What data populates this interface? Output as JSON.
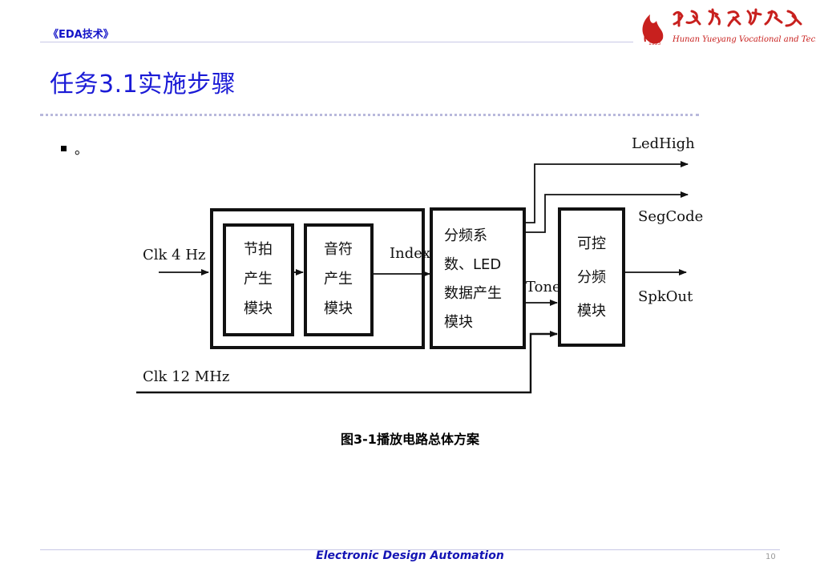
{
  "header": {
    "course_label": "《EDA技术》",
    "slide_title": "任务3.1实施步骤",
    "logo_name": "college-logo",
    "logo_year": "1933"
  },
  "body": {
    "bullet_text": "。"
  },
  "diagram": {
    "inputs": {
      "clk4": "Clk 4 Hz",
      "clk12": "Clk 12 MHz"
    },
    "blocks": {
      "beat": [
        "节拍",
        "产生",
        "模块"
      ],
      "tone": [
        "音符",
        "产生",
        "模块"
      ],
      "divider": [
        "分频系",
        "数、LED",
        "数据产生",
        "模块"
      ],
      "ctrl": [
        "可控",
        "分频",
        "模块"
      ]
    },
    "signals": {
      "index": "Index",
      "tone": "Tone",
      "ledhigh": "LedHigh",
      "segcode": "SegCode",
      "spkout": "SpkOut"
    }
  },
  "caption": "图3-1播放电路总体方案",
  "footer": {
    "text": "Electronic Design Automation",
    "page": "10"
  },
  "colors": {
    "title_blue": "#1a1ad6",
    "label_blue": "#1414c8",
    "logo_red": "#c8201e"
  }
}
